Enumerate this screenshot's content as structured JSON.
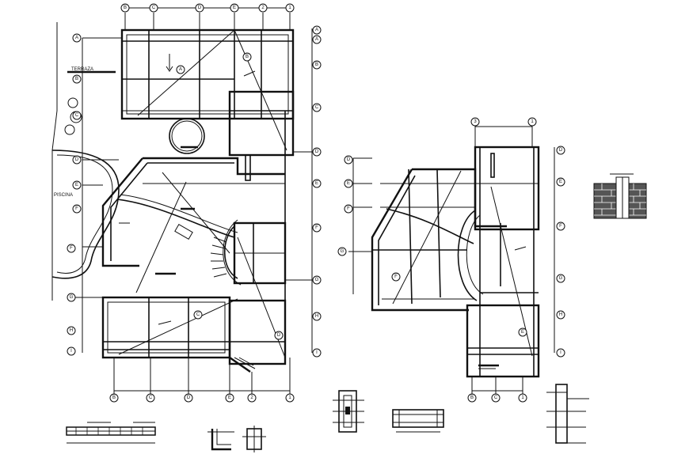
{
  "drawing": {
    "left_plan": {
      "labels": {
        "terrace": "TERRAZA",
        "pool": "PISCINA"
      },
      "top_grid": [
        "B",
        "C",
        "D",
        "E",
        "2",
        "1"
      ],
      "bottom_grid": [
        "B",
        "C",
        "D",
        "E",
        "2",
        "1"
      ],
      "right_grid": [
        "A",
        "A",
        "B",
        "C",
        "D",
        "E",
        "F",
        "G",
        "H",
        "I"
      ],
      "left_grid": [
        "A",
        "B",
        "C",
        "D",
        "E",
        "F",
        "F",
        "G",
        "H",
        "I"
      ],
      "room_tags": [
        "A",
        "B",
        "C",
        "D"
      ]
    },
    "right_plan": {
      "top_grid": [
        "3",
        "1"
      ],
      "bottom_grid": [
        "B",
        "C",
        "1"
      ],
      "right_grid": [
        "D",
        "E",
        "F",
        "G",
        "H",
        "I"
      ],
      "left_grid": [
        "D",
        "E",
        "F",
        "G"
      ],
      "room_tags": [
        "F",
        "E"
      ]
    }
  },
  "colors": {
    "ink": "#111111",
    "paper": "#ffffff",
    "brick": "#555555"
  }
}
